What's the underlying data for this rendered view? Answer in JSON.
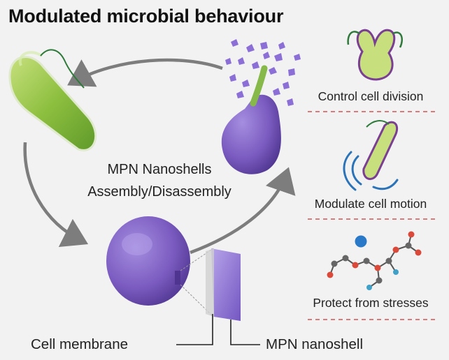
{
  "title": "Modulated microbial behaviour",
  "cycle": {
    "line1": "MPN Nanoshells",
    "line2": "Assembly/Disassembly"
  },
  "functions": [
    {
      "label": "Control cell division",
      "icon": "dividing-cell-icon"
    },
    {
      "label": "Modulate cell motion",
      "icon": "motile-cell-icon"
    },
    {
      "label": "Protect from stresses",
      "icon": "molecule-icon"
    }
  ],
  "labels": {
    "membrane": "Cell membrane",
    "nanoshell": "MPN nanoshell"
  },
  "colors": {
    "cell_green": "#8dbf3f",
    "shell_purple": "#7b5bc0",
    "arrow_gray": "#7d7d7d",
    "divider_red": "#cc5555",
    "flagellum_green": "#2f7a3a",
    "wave_blue": "#2a73b8"
  }
}
